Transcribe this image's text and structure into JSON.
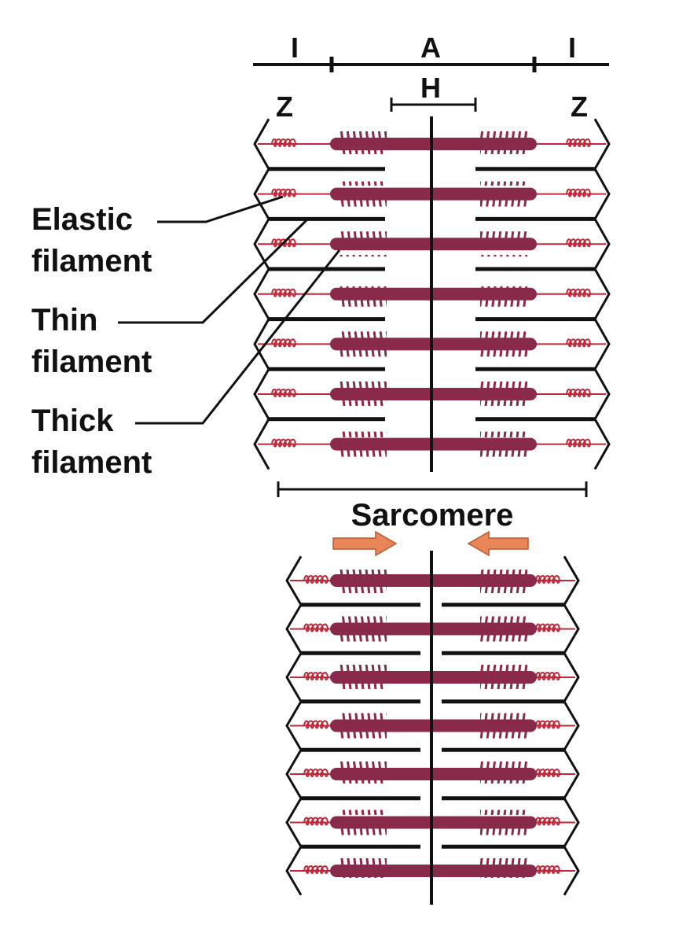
{
  "bands": {
    "left_i": "I",
    "a": "A",
    "right_i": "I",
    "h": "H",
    "left_z": "Z",
    "right_z": "Z"
  },
  "labels": {
    "elastic_line1": "Elastic",
    "elastic_line2": "filament",
    "thin_line1": "Thin",
    "thin_line2": "filament",
    "thick_line1": "Thick",
    "thick_line2": "filament",
    "sarcomere": "Sarcomere"
  },
  "colors": {
    "thick_filament": "#8a2a4a",
    "elastic_filament": "#c0283a",
    "thin_filament": "#111111",
    "arrow": "#e8865a"
  },
  "diagram": {
    "relaxed_thick_count": 7,
    "contracted_thick_count": 7
  }
}
